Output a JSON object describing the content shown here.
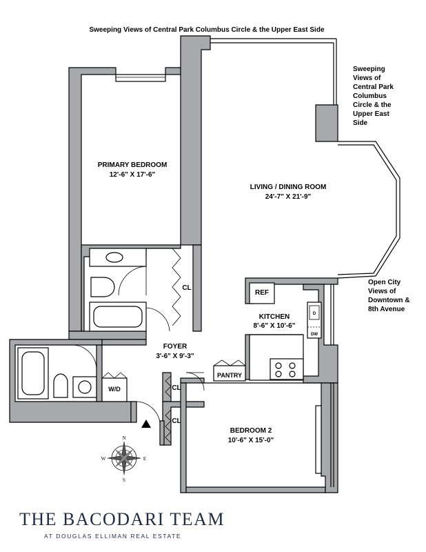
{
  "header": {
    "view_note": "Sweeping Views of Central Park Columbus Circle & the Upper East Side"
  },
  "side_note": {
    "east_view": [
      "Sweeping",
      "Views of",
      "Central Park",
      "Columbus",
      "Circle & the",
      "Upper East",
      "Side"
    ],
    "city_view": [
      "Open City",
      "Views of",
      "Downtown &",
      "8th Avenue"
    ]
  },
  "rooms": {
    "primary_bedroom": {
      "name": "PRIMARY BEDROOM",
      "dims": "12'-6\" X 17'-6\""
    },
    "living": {
      "name": "LIVING / DINING ROOM",
      "dims": "24'-7\" X 21'-9\""
    },
    "kitchen": {
      "name": "KITCHEN",
      "dims": "8'-6\" X 10'-6\""
    },
    "foyer": {
      "name": "FOYER",
      "dims": "3'-6\" X 9'-3\""
    },
    "bedroom2": {
      "name": "BEDROOM 2",
      "dims": "10'-6\" X 15'-0\""
    }
  },
  "fixtures": {
    "closet": "CL",
    "ref": "REF",
    "pantry": "PANTRY",
    "washer_dryer": "W/D",
    "dishwasher": "DW",
    "dishwasher_mark": "D"
  },
  "compass": {
    "n": "N",
    "s": "S",
    "e": "E",
    "w": "W"
  },
  "brand": {
    "title": "THE BACODARI TEAM",
    "subtitle": "AT DOUGLAS ELLIMAN REAL ESTATE"
  }
}
